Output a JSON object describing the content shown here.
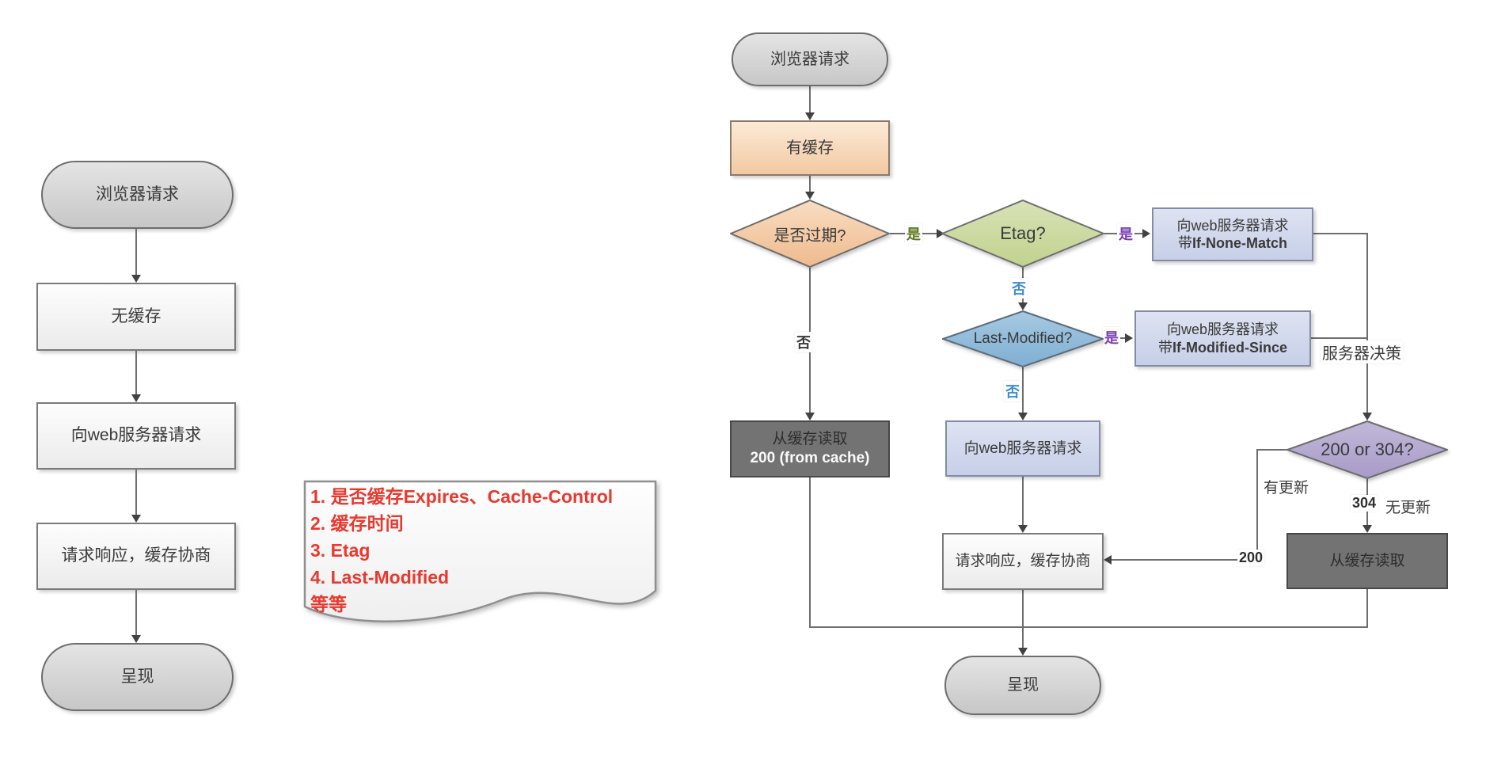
{
  "palette": {
    "line": "#6e6e6e",
    "terminator_fill": "#d5d5d5",
    "process_fill": "#f4f4f4",
    "peach_fill": "#f5d3ab",
    "green_fill": "#cbd89d",
    "blue_fill": "#8fbcdb",
    "purple_fill": "#b2a6cf",
    "lavender_fill": "#d2d9ec",
    "dark_fill": "#737373",
    "note_text_color": "#e8392f",
    "yes_green": "#60761f",
    "yes_purple": "#7b3cb0",
    "no_blue": "#3e8ccc",
    "label_dark": "#3a3a3a"
  },
  "left_flow": {
    "start": "浏览器请求",
    "no_cache": "无缓存",
    "request": "向web服务器请求",
    "response": "请求响应，缓存协商",
    "render": "呈现"
  },
  "note": {
    "line1": "1. 是否缓存Expires、Cache-Control",
    "line2": "2. 缓存时间",
    "line3": "3. Etag",
    "line4": "4. Last-Modified",
    "line5": "等等"
  },
  "right_flow": {
    "start": "浏览器请求",
    "has_cache": "有缓存",
    "expired_q": "是否过期?",
    "etag_q": "Etag?",
    "last_modified_q": "Last-Modified?",
    "status_q": "200 or 304?",
    "from_cache_line1": "从缓存读取",
    "from_cache_line2": "200 (from cache)",
    "request": "向web服务器请求",
    "if_none_match_line1": "向web服务器请求",
    "if_none_match_prefix": "带",
    "if_none_match_value": "If-None-Match",
    "if_modified_since_line1": "向web服务器请求",
    "if_modified_since_prefix": "带",
    "if_modified_since_value": "If-Modified-Since",
    "response": "请求响应，缓存协商",
    "read_from_cache": "从缓存读取",
    "render": "呈现",
    "labels": {
      "yes1": "是",
      "yes2": "是",
      "yes3": "是",
      "no1": "否",
      "no2": "否",
      "no3": "否",
      "server_decision": "服务器决策",
      "has_update": "有更新",
      "no_update": "无更新",
      "code_200": "200",
      "code_304": "304"
    }
  }
}
